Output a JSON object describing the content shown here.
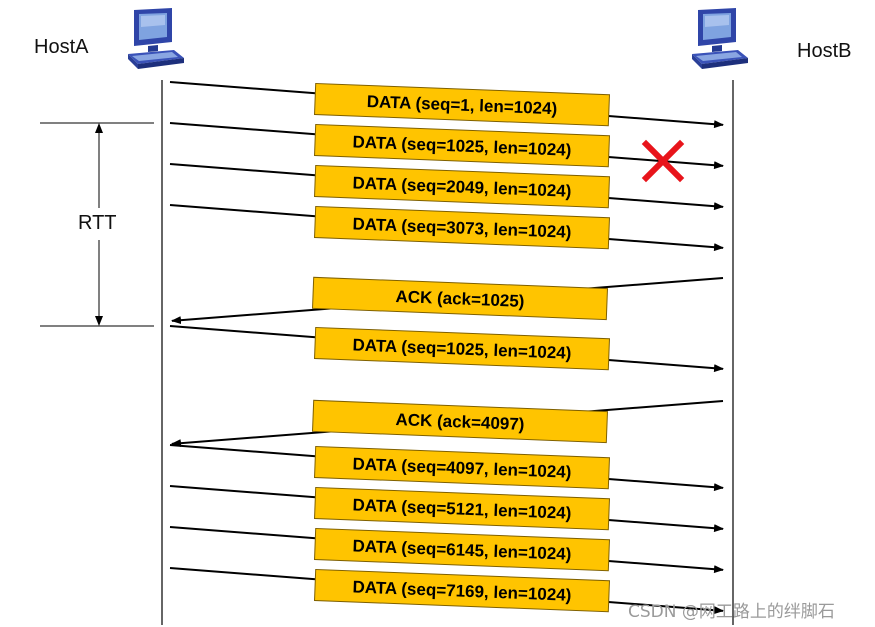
{
  "hosts": {
    "left": "HostA",
    "right": "HostB",
    "computer_icon": "desktop-computer-icon",
    "icon_color": "#3a4fae"
  },
  "rtt_label": "RTT",
  "messages": [
    {
      "label": "DATA (seq=1, len=1024)",
      "direction": "A-to-B",
      "lost": false
    },
    {
      "label": "DATA (seq=1025, len=1024)",
      "direction": "A-to-B",
      "lost": true
    },
    {
      "label": "DATA (seq=2049, len=1024)",
      "direction": "A-to-B",
      "lost": false
    },
    {
      "label": "DATA (seq=3073, len=1024)",
      "direction": "A-to-B",
      "lost": false
    },
    {
      "label": "ACK (ack=1025)",
      "direction": "B-to-A",
      "lost": false
    },
    {
      "label": "DATA (seq=1025, len=1024)",
      "direction": "A-to-B",
      "lost": false
    },
    {
      "label": "ACK (ack=4097)",
      "direction": "B-to-A",
      "lost": false
    },
    {
      "label": "DATA (seq=4097, len=1024)",
      "direction": "A-to-B",
      "lost": false
    },
    {
      "label": "DATA (seq=5121, len=1024)",
      "direction": "A-to-B",
      "lost": false
    },
    {
      "label": "DATA (seq=6145, len=1024)",
      "direction": "A-to-B",
      "lost": false
    },
    {
      "label": "DATA (seq=7169, len=1024)",
      "direction": "A-to-B",
      "lost": false
    }
  ],
  "loss_marker_icon": "red-x-icon",
  "colors": {
    "label_box": "#ffc400",
    "label_border": "#7f6000",
    "loss_marker": "#e8141b"
  },
  "watermark": "CSDN @网工路上的绊脚石"
}
